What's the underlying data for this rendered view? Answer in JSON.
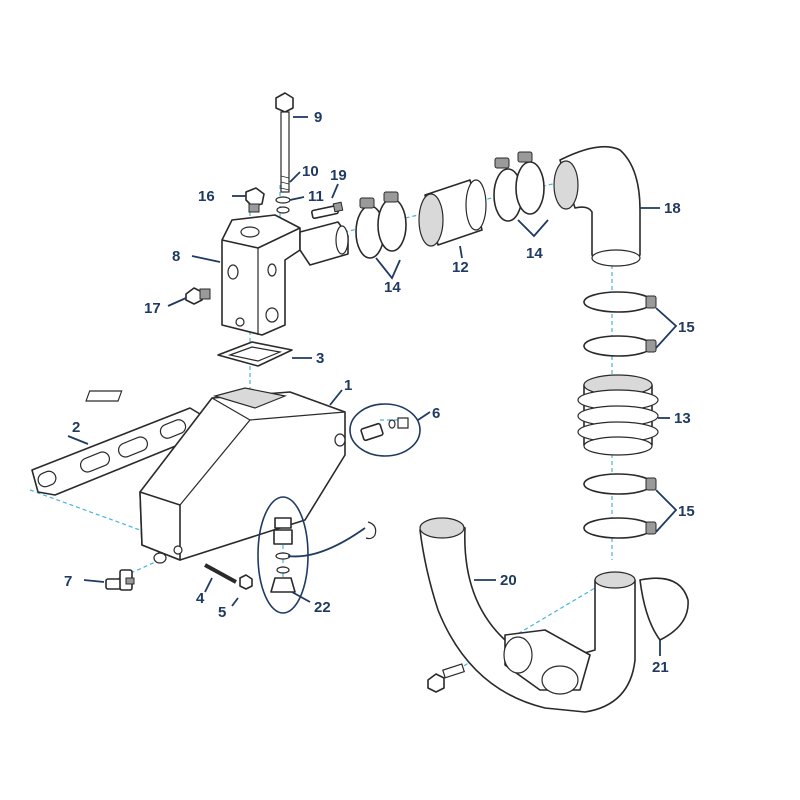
{
  "callouts": [
    {
      "id": "c1",
      "text": "1"
    },
    {
      "id": "c2",
      "text": "2"
    },
    {
      "id": "c3",
      "text": "3"
    },
    {
      "id": "c4",
      "text": "4"
    },
    {
      "id": "c5",
      "text": "5"
    },
    {
      "id": "c6",
      "text": "6"
    },
    {
      "id": "c7",
      "text": "7"
    },
    {
      "id": "c8",
      "text": "8"
    },
    {
      "id": "c9",
      "text": "9"
    },
    {
      "id": "c10",
      "text": "10"
    },
    {
      "id": "c11",
      "text": "11"
    },
    {
      "id": "c12",
      "text": "12"
    },
    {
      "id": "c13",
      "text": "13"
    },
    {
      "id": "c14a",
      "text": "14"
    },
    {
      "id": "c14b",
      "text": "14"
    },
    {
      "id": "c15a",
      "text": "15"
    },
    {
      "id": "c15b",
      "text": "15"
    },
    {
      "id": "c16",
      "text": "16"
    },
    {
      "id": "c17",
      "text": "17"
    },
    {
      "id": "c18",
      "text": "18"
    },
    {
      "id": "c19",
      "text": "19"
    },
    {
      "id": "c20",
      "text": "20"
    },
    {
      "id": "c21",
      "text": "21"
    },
    {
      "id": "c22",
      "text": "22"
    }
  ],
  "colors": {
    "callout": "#1f3a63",
    "alignment_line": "#46b4dc",
    "outline": "#2a2a2a"
  }
}
